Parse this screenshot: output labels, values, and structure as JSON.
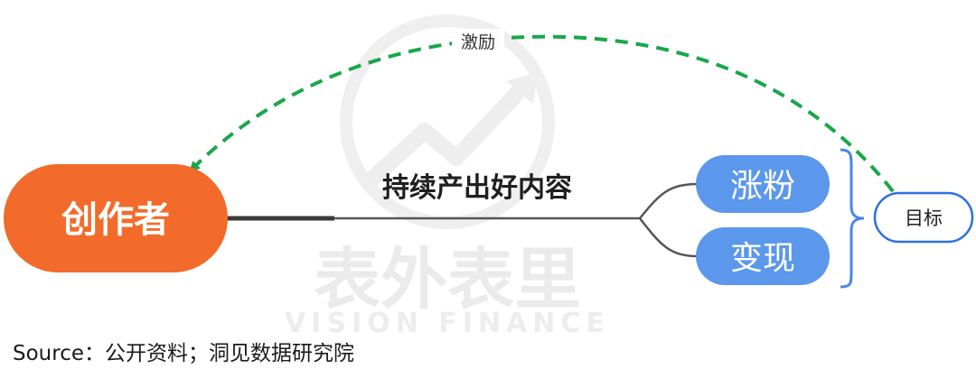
{
  "diagram": {
    "creator": "创作者",
    "main_edge": "持续产出好内容",
    "outcomes": [
      "涨粉",
      "变现"
    ],
    "goal": "目标",
    "feedback": "激励",
    "watermark": {
      "cn": "表外表里",
      "en": "VISION FINANCE"
    }
  },
  "source": "Source：公开资料；洞见数据研究院",
  "colors": {
    "creator_fill": "#f26b2a",
    "pill_fill": "#5b97ea",
    "goal_border": "#2f6fe0",
    "brace": "#4a86e8",
    "feedback_arrow": "#1aa64a",
    "edge_line": "#3a3a3a"
  }
}
